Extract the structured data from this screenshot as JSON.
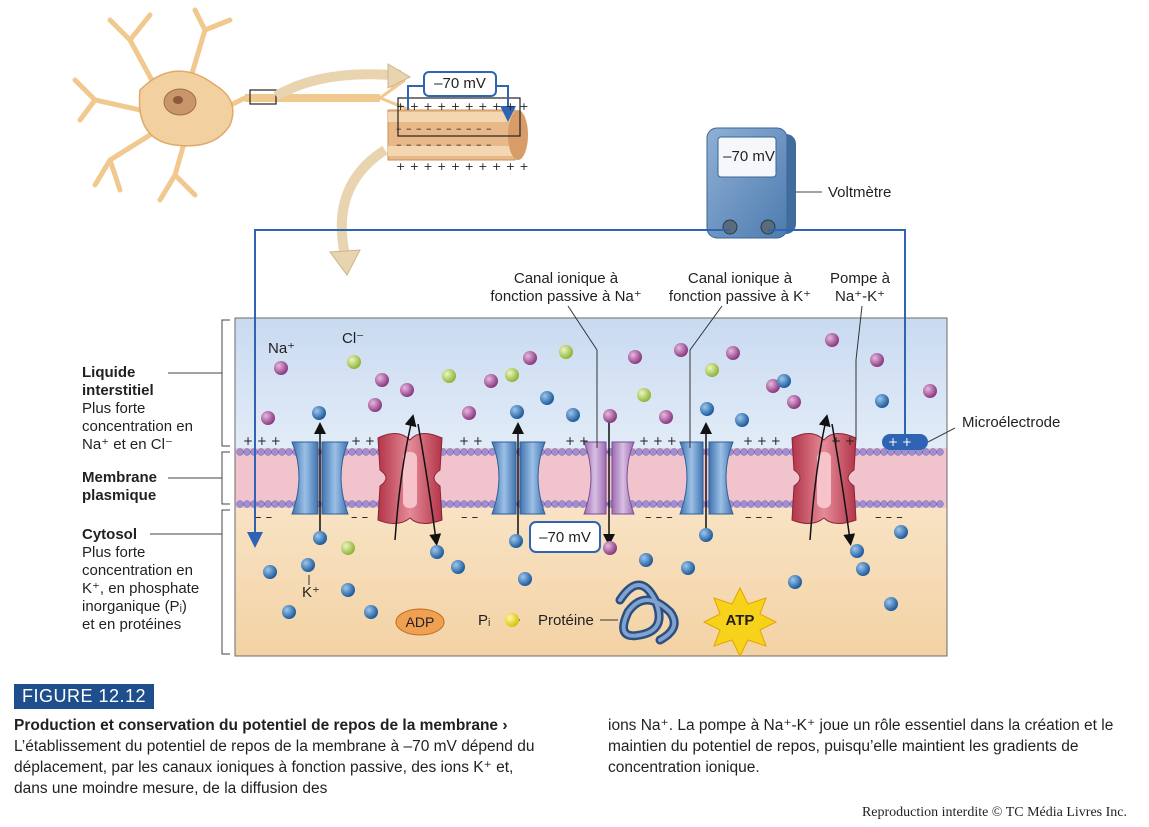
{
  "colors": {
    "interstitial": "#d6e3f3",
    "cytosol": "#f6dcb5",
    "membrane": "#f2c6cf",
    "na_ion": "#a64a9a",
    "cl_ion": "#b5d34a",
    "k_ion": "#2a72b5",
    "channel_blue": "#5b8fc7",
    "channel_purple": "#b58bc2",
    "pump_red": "#c94a5e",
    "wire": "#2f63b3",
    "figure_tag": "#1f4e8c"
  },
  "neuron_inset": {
    "voltage": "–70 mV",
    "plus_row": "+ + + + + + + + + +",
    "minus_row": "– – – – – – – – – –"
  },
  "voltmeter": {
    "display": "–70 mV",
    "label": "Voltmètre"
  },
  "labels": {
    "na_ion": "Na⁺",
    "cl_ion": "Cl⁻",
    "k_ion": "K⁺",
    "channel_na": [
      "Canal ionique à",
      "fonction passive à Na⁺"
    ],
    "channel_k": [
      "Canal ionique à",
      "fonction passive à K⁺"
    ],
    "pump": [
      "Pompe à",
      "Na⁺-K⁺"
    ],
    "microelectrode": "Microélectrode",
    "membrane_potential": "–70 mV",
    "adp": "ADP",
    "pi": "Pᵢ",
    "protein": "Protéine",
    "atp": "ATP"
  },
  "side_labels": {
    "interstitial_title": [
      "Liquide",
      "interstitiel"
    ],
    "interstitial_text": [
      "Plus forte",
      "concentration en",
      "Na⁺ et en Cl⁻"
    ],
    "membrane_title": [
      "Membrane",
      "plasmique"
    ],
    "cytosol_title": "Cytosol",
    "cytosol_text": [
      "Plus forte",
      "concentration en",
      "K⁺, en phosphate",
      "inorganique (Pᵢ)",
      "et en protéines"
    ]
  },
  "charges": {
    "outside_groups": [
      "+ + +",
      "+ +",
      "+ +",
      "+ +",
      "+ + +",
      "+ + +",
      "+ +"
    ],
    "inside_groups": [
      "– –",
      "– –",
      "– –",
      "– – –",
      "– – –",
      "– – –"
    ],
    "electrode_plus": "+ +"
  },
  "figure": {
    "tag": "FIGURE 12.12",
    "title": "Production et conservation du potentiel de repos de la membrane",
    "arrow": "›",
    "text_left": "L’établissement du potentiel de repos de la membrane à –70 mV dépend du déplacement, par les canaux ioniques à fonction passive, des ions K⁺ et, dans une moindre mesure, de la diffusion des",
    "text_right": "ions Na⁺. La pompe à Na⁺-K⁺ joue un rôle essentiel dans la création et le maintien du potentiel de repos, puisqu’elle maintient les gradients de concentration ionique."
  },
  "credit": "Reproduction interdite © TC Média Livres Inc."
}
